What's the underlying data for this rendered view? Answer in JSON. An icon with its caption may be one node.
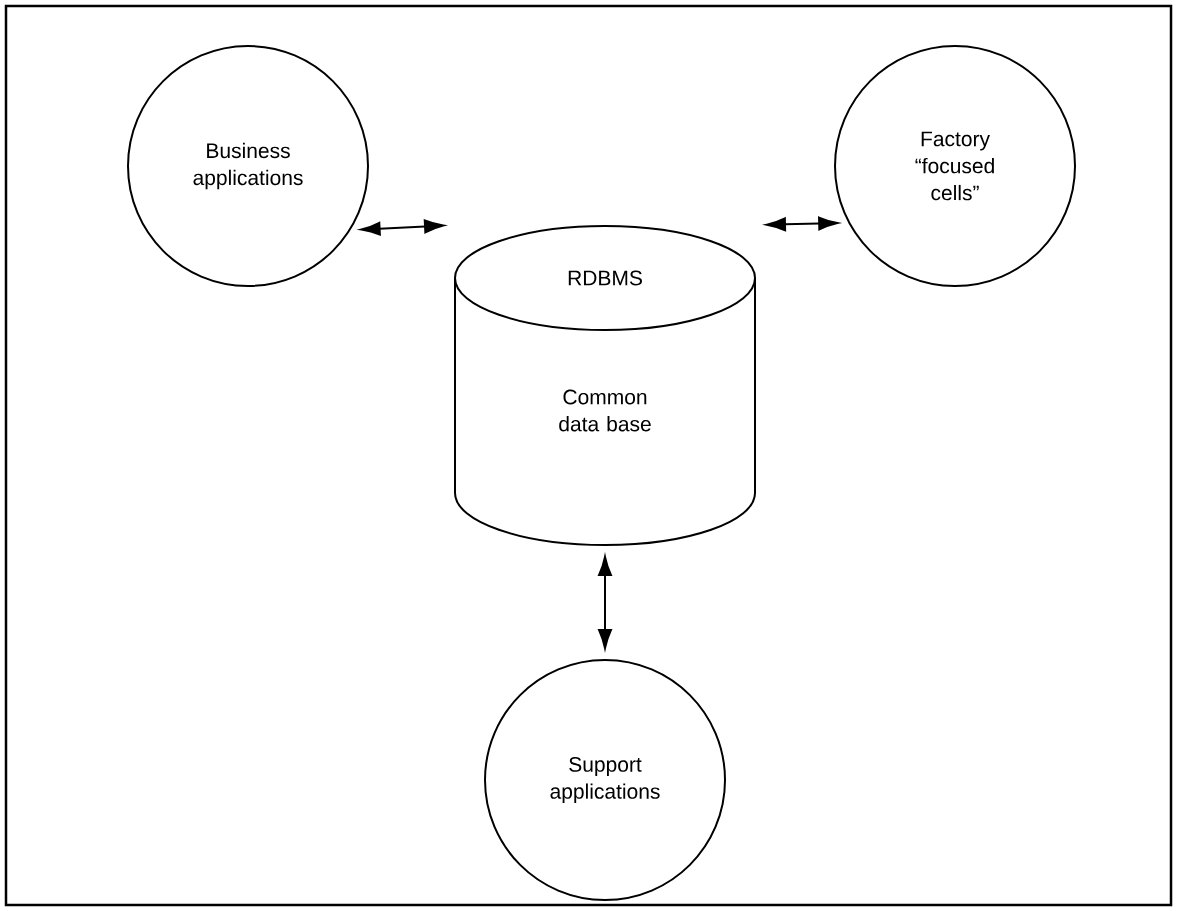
{
  "diagram": {
    "nodes": [
      {
        "text": [
          "Business applications"
        ]
      },
      {
        "text": [
          "Factory “focused cells”"
        ]
      },
      {
        "text": [
          "RDBMS",
          "Common data base"
        ]
      },
      {
        "text": [
          "Support applications"
        ]
      }
    ],
    "edges": [
      {
        "from": 0,
        "to": 2,
        "arrow": "both"
      },
      {
        "from": 1,
        "to": 2,
        "arrow": "both"
      },
      {
        "from": 2,
        "to": 3,
        "arrow": "both"
      }
    ]
  }
}
